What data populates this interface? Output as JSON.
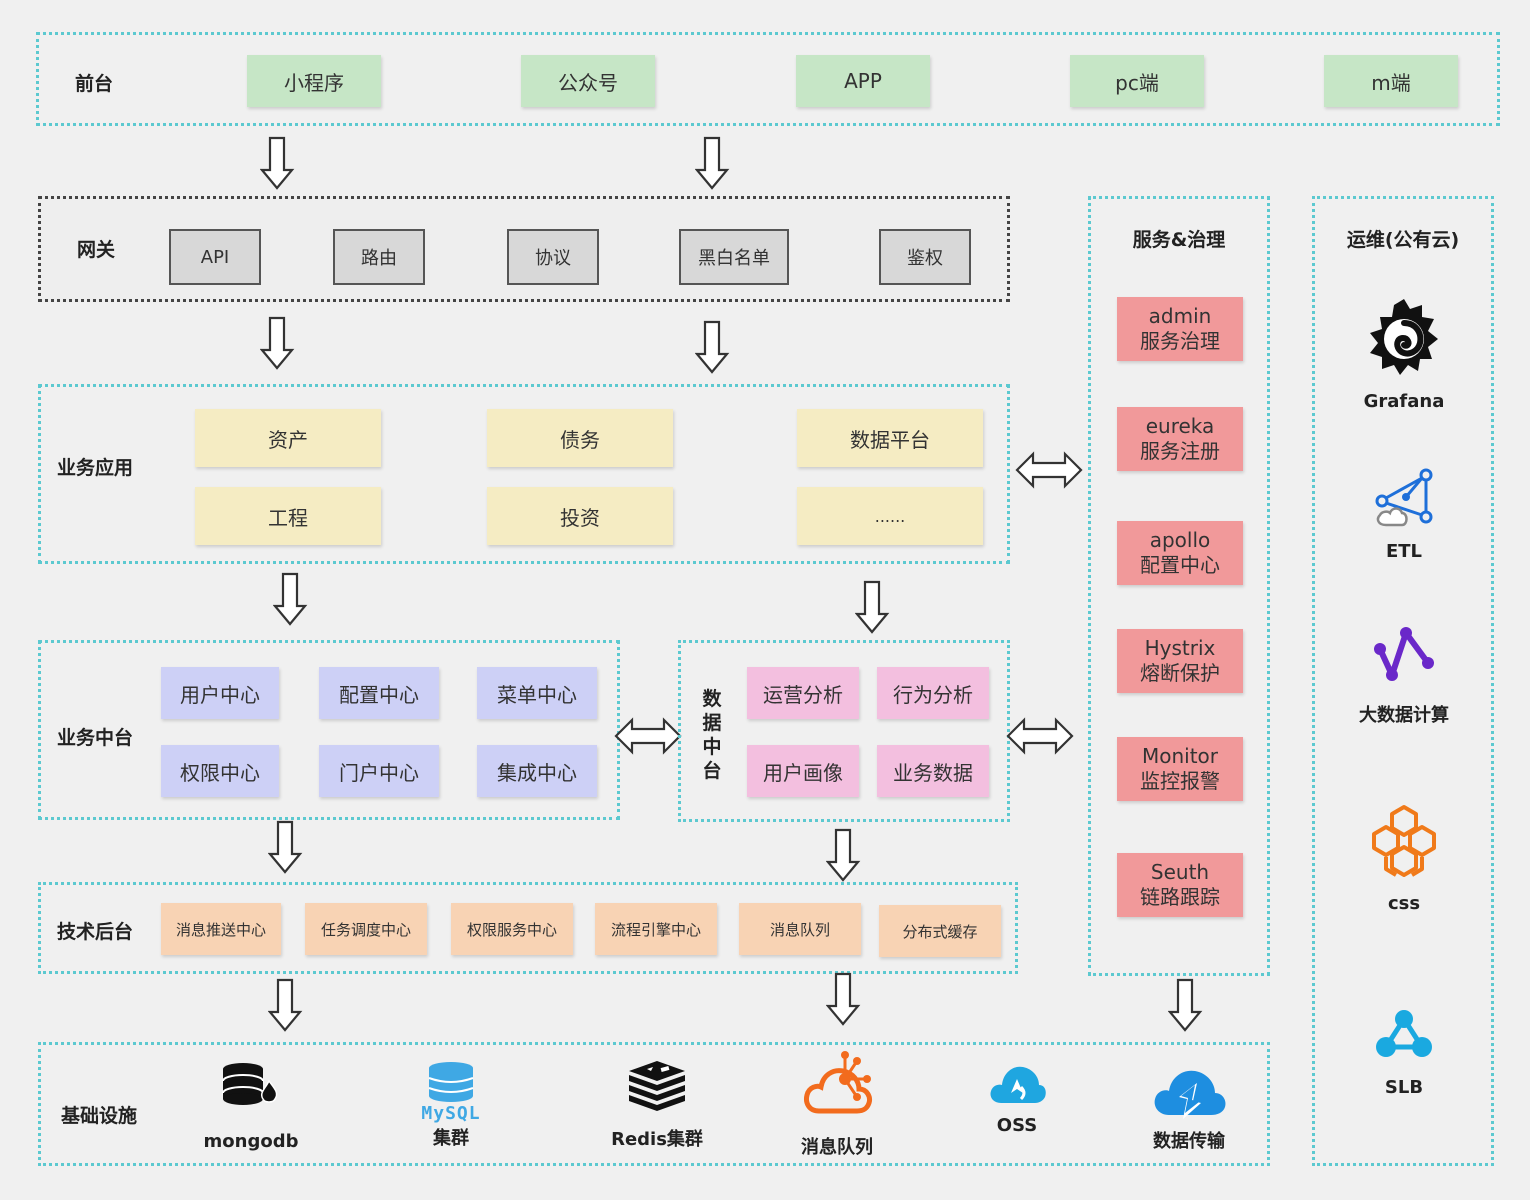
{
  "frontend": {
    "label": "前台",
    "items": [
      "小程序",
      "公众号",
      "APP",
      "pc端",
      "m端"
    ]
  },
  "gateway": {
    "label": "网关",
    "items": [
      "API",
      "路由",
      "协议",
      "黑白名单",
      "鉴权"
    ]
  },
  "business_app": {
    "label": "业务应用",
    "items": [
      "资产",
      "债务",
      "数据平台",
      "工程",
      "投资",
      "......"
    ]
  },
  "business_mid": {
    "label": "业务中台",
    "items": [
      "用户中心",
      "配置中心",
      "菜单中心",
      "权限中心",
      "门户中心",
      "集成中心"
    ]
  },
  "data_mid": {
    "label_chars": [
      "数",
      "据",
      "中",
      "台"
    ],
    "items": [
      "运营分析",
      "行为分析",
      "用户画像",
      "业务数据"
    ]
  },
  "tech_backend": {
    "label": "技术后台",
    "items": [
      "消息推送中心",
      "任务调度中心",
      "权限服务中心",
      "流程引擎中心",
      "消息队列",
      "分布式缓存"
    ]
  },
  "infra": {
    "label": "基础设施",
    "items": [
      {
        "label": "mongodb",
        "icon": "mongodb-icon"
      },
      {
        "label": "集群",
        "icon": "mysql-icon",
        "logo_text": "MySQL"
      },
      {
        "label": "Redis集群",
        "icon": "redis-icon"
      },
      {
        "label": "消息队列",
        "icon": "cloud-mq-icon"
      },
      {
        "label": "OSS",
        "icon": "oss-icon"
      },
      {
        "label": "数据传输",
        "icon": "data-transfer-icon"
      }
    ]
  },
  "service_gov": {
    "label": "服务&治理",
    "items": [
      {
        "line1": "admin",
        "line2": "服务治理"
      },
      {
        "line1": "eureka",
        "line2": "服务注册"
      },
      {
        "line1": "apollo",
        "line2": "配置中心"
      },
      {
        "line1": "Hystrix",
        "line2": "熔断保护"
      },
      {
        "line1": "Monitor",
        "line2": "监控报警"
      },
      {
        "line1": "Seuth",
        "line2": "链路跟踪"
      }
    ]
  },
  "ops": {
    "label": "运维(公有云)",
    "items": [
      {
        "label": "Grafana",
        "icon": "grafana-icon"
      },
      {
        "label": "ETL",
        "icon": "etl-icon"
      },
      {
        "label": "大数据计算",
        "icon": "bigdata-icon"
      },
      {
        "label": "css",
        "icon": "css-icon"
      },
      {
        "label": "SLB",
        "icon": "slb-icon"
      }
    ]
  },
  "colors": {
    "panel_border": "#5cc9d0",
    "green": "#c6e6c6",
    "yellow": "#f5ecc3",
    "purple": "#cdd0f6",
    "pink": "#f3bfdf",
    "peach": "#f8d3b4",
    "red": "#f1999a"
  }
}
